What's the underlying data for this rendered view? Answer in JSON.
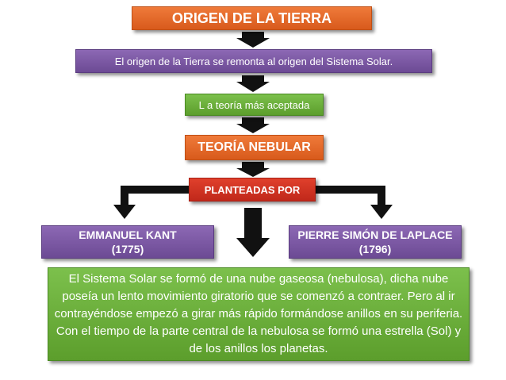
{
  "title": "ORIGEN DE LA TIERRA",
  "intro": "El origen de la Tierra se remonta al origen del  Sistema Solar.",
  "theory_intro": "L a teoría más aceptada",
  "theory": "TEORÍA NEBULAR",
  "planteadas": "PLANTEADAS POR",
  "kant": {
    "name": "EMMANUEL KANT",
    "year": "(1775)"
  },
  "laplace": {
    "name": "PIERRE SIMÓN DE LAPLACE",
    "year": "(1796)"
  },
  "explanation": "El Sistema Solar se formó de una nube  gaseosa (nebulosa), dicha nube poseía un lento movimiento giratorio que se comenzó a contraer. Pero al ir contrayéndose empezó a girar más rápido formándose anillos en su periferia. Con el tiempo  de la parte central de la nebulosa se formó una estrella (Sol) y de los anillos los planetas.",
  "colors": {
    "orange": "#e8692a",
    "purple": "#7b58a3",
    "green": "#6aaf3c",
    "red": "#d63a27",
    "arrow": "#111111"
  }
}
